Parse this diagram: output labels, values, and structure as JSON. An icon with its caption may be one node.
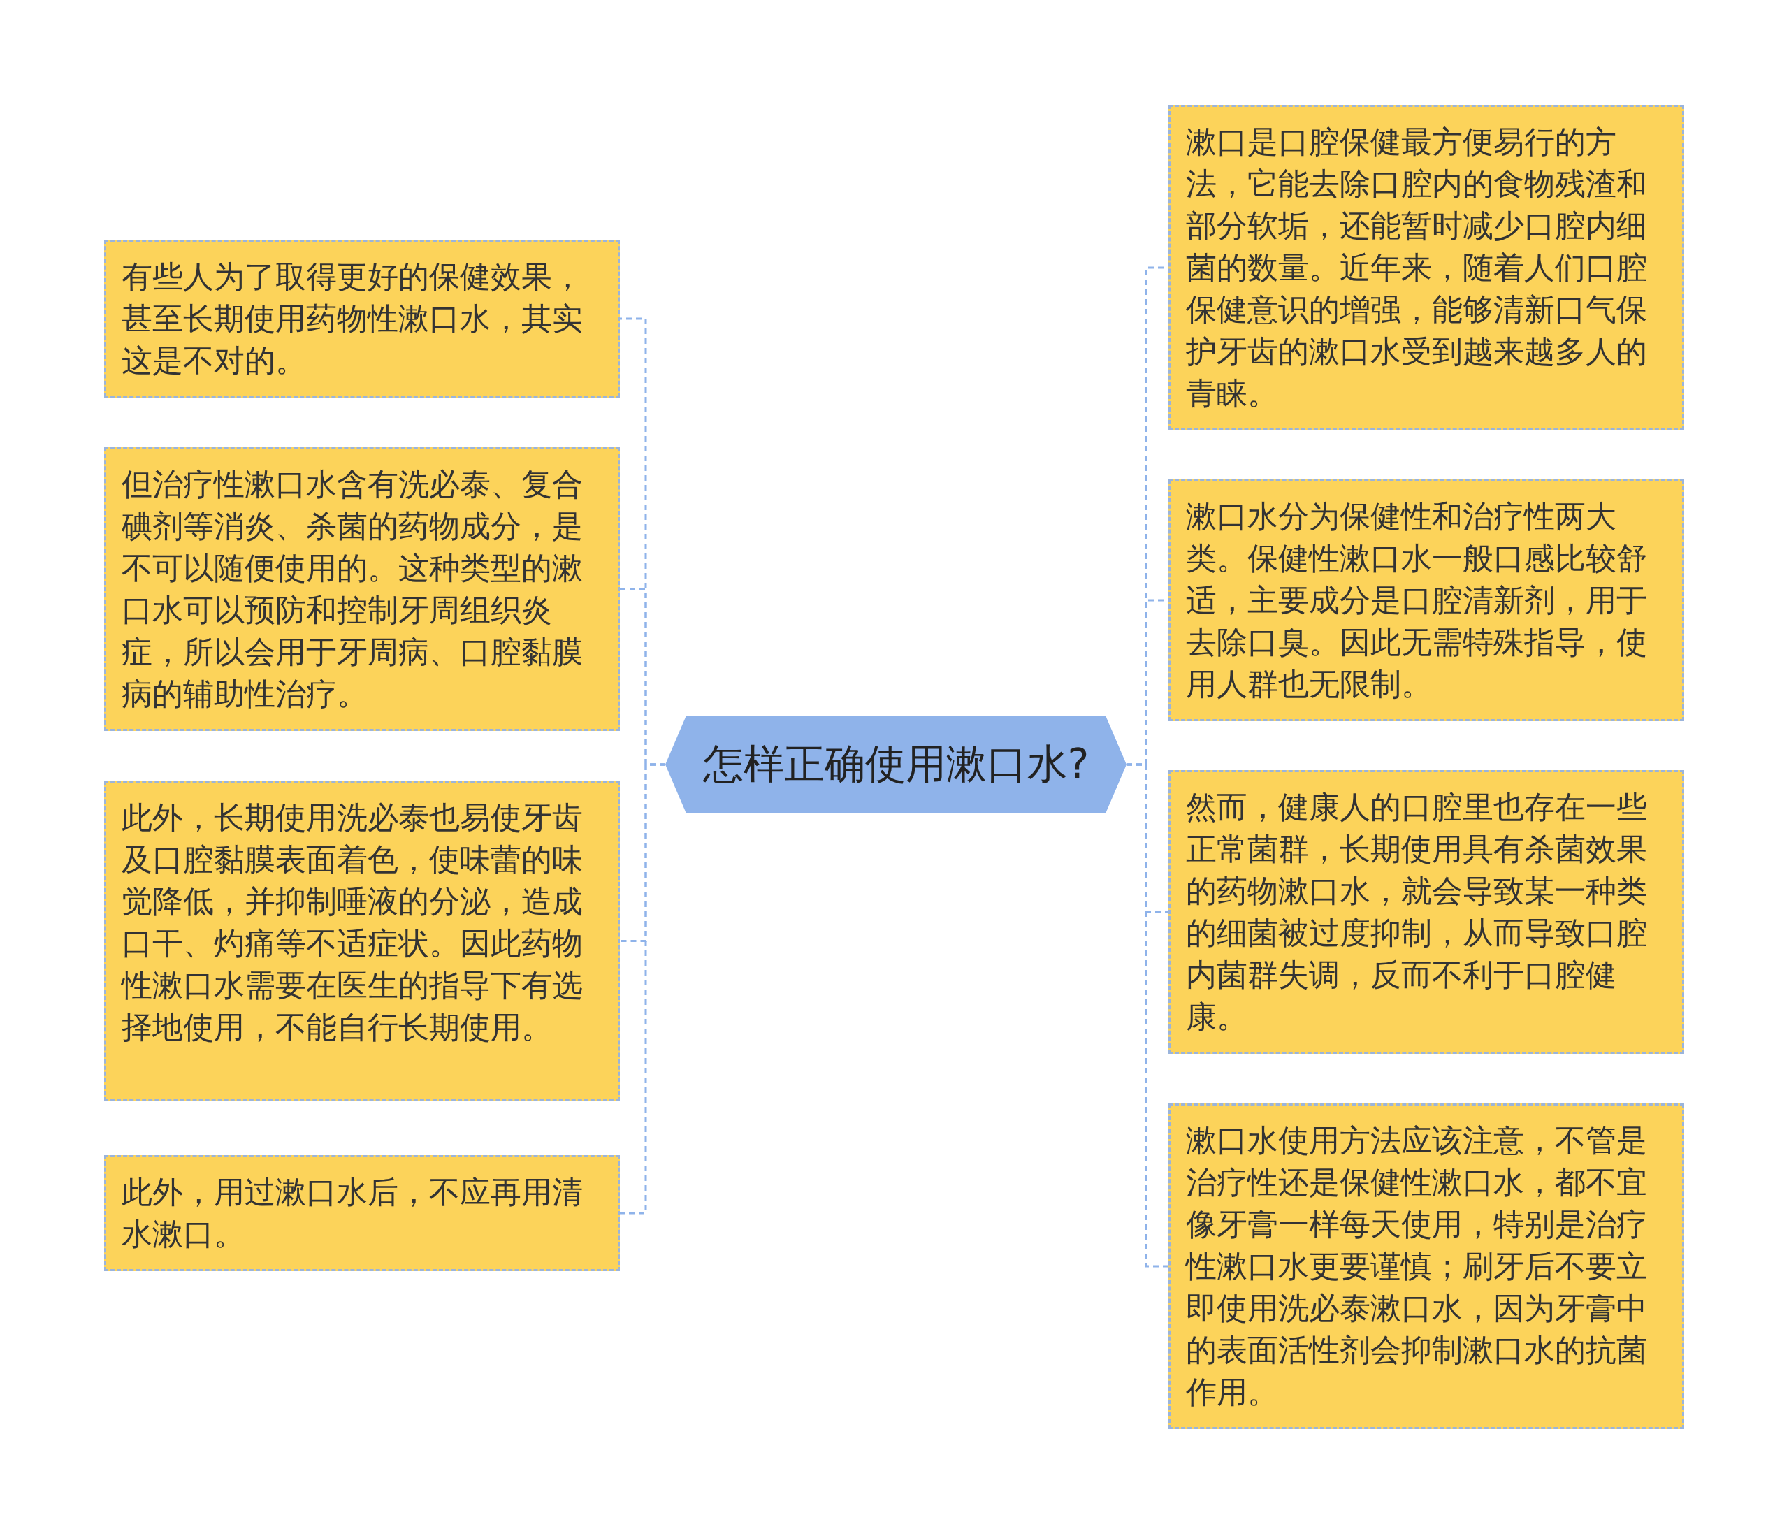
{
  "diagram": {
    "nodes": [
      {
        "text": [
          "怎样正确使用漱口水?"
        ]
      },
      {
        "text": [
          "有些人为了取得更好的保健效果，甚至长期使用药物性漱口水，其实这是不对的。"
        ]
      },
      {
        "text": [
          "但治疗性漱口水含有洗必泰、复合碘剂等消炎、杀菌的药物成分，是不可以随便使用的。这种类型的漱口水可以预防和控制牙周组织炎症，所以会用于牙周病、口腔黏膜病的辅助性治疗。"
        ]
      },
      {
        "text": [
          "此外，长期使用洗必泰也易使牙齿及口腔黏膜表面着色，使味蕾的味觉降低，并抑制唾液的分泌，造成口干、灼痛等不适症状。因此药物性漱口水需要在医生的指导下有选择地使用，不能自行长期使用。"
        ]
      },
      {
        "text": [
          "此外，用过漱口水后，不应再用清水漱口。"
        ]
      },
      {
        "text": [
          "漱口是口腔保健最方便易行的方法，它能去除口腔内的食物残渣和部分软垢，还能暂时减少口腔内细菌的数量。近年来，随着人们口腔保健意识的增强，能够清新口气保护牙齿的漱口水受到越来越多人的青睐。"
        ]
      },
      {
        "text": [
          "漱口水分为保健性和治疗性两大类。保健性漱口水一般口感比较舒适，主要成分是口腔清新剂，用于去除口臭。因此无需特殊指导，使用人群也无限制。"
        ]
      },
      {
        "text": [
          "然而，健康人的口腔里也存在一些正常菌群，长期使用具有杀菌效果的药物漱口水，就会导致某一种类的细菌被过度抑制，从而导致口腔内菌群失调，反而不利于口腔健康。"
        ]
      },
      {
        "text": [
          "漱口水使用方法应该注意，不管是治疗性还是保健性漱口水，都不宜像牙膏一样每天使用，特别是治疗性漱口水更要谨慎；刷牙后不要立即使用洗必泰漱口水，因为牙膏中的表面活性剂会抑制漱口水的抗菌作用。"
        ]
      }
    ],
    "edges": [
      {
        "from": 0,
        "to": 1,
        "arrow": "none"
      },
      {
        "from": 0,
        "to": 2,
        "arrow": "none"
      },
      {
        "from": 0,
        "to": 3,
        "arrow": "none"
      },
      {
        "from": 0,
        "to": 4,
        "arrow": "none"
      },
      {
        "from": 0,
        "to": 5,
        "arrow": "none"
      },
      {
        "from": 0,
        "to": 6,
        "arrow": "none"
      },
      {
        "from": 0,
        "to": 7,
        "arrow": "none"
      },
      {
        "from": 0,
        "to": 8,
        "arrow": "none"
      }
    ]
  }
}
